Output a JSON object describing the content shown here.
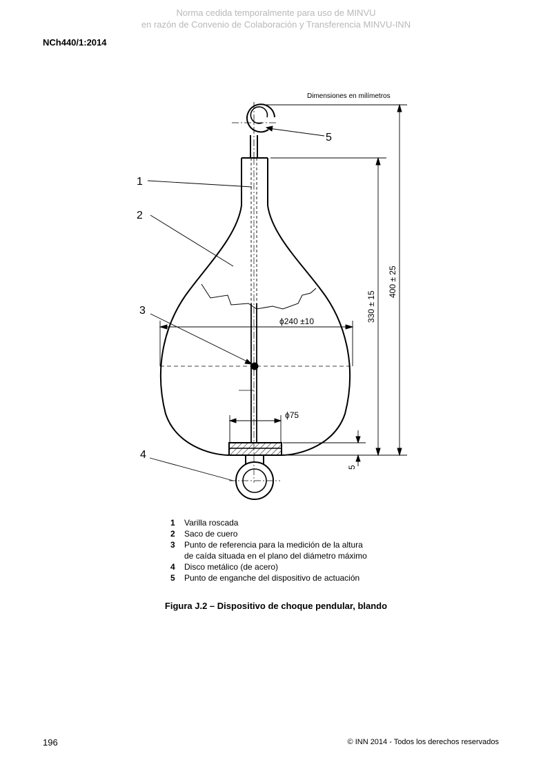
{
  "watermark": {
    "line1": "Norma cedida temporalmente para uso de MINVU",
    "line2": "en razón de Convenio de Colaboración y Transferencia MINVU-INN"
  },
  "header": {
    "doc_code": "NCh440/1:2014"
  },
  "figure": {
    "dimensions_note": "Dimensiones en milímetros",
    "callouts": {
      "c1": "1",
      "c2": "2",
      "c3": "3",
      "c4": "4",
      "c5": "5"
    },
    "dims": {
      "diameter_max": "ϕ240 ±10",
      "diameter_disc": "ϕ75",
      "height_inner": "330 ± 15",
      "height_total": "400 ± 25",
      "disc_thickness": "5"
    }
  },
  "legend": [
    {
      "num": "1",
      "line1": "Varilla roscada",
      "line2": ""
    },
    {
      "num": "2",
      "line1": "Saco de cuero",
      "line2": ""
    },
    {
      "num": "3",
      "line1": "Punto de referencia para la medición de la  altura",
      "line2": "de caída situada en el plano del diámetro máximo"
    },
    {
      "num": "4",
      "line1": "Disco metálico (de acero)",
      "line2": ""
    },
    {
      "num": "5",
      "line1": "Punto de enganche del dispositivo de actuación",
      "line2": ""
    }
  ],
  "caption": "Figura J.2 – Dispositivo de choque pendular, blando",
  "footer": {
    "page_number": "196",
    "copyright": "© INN 2014 - Todos los derechos reservados"
  }
}
